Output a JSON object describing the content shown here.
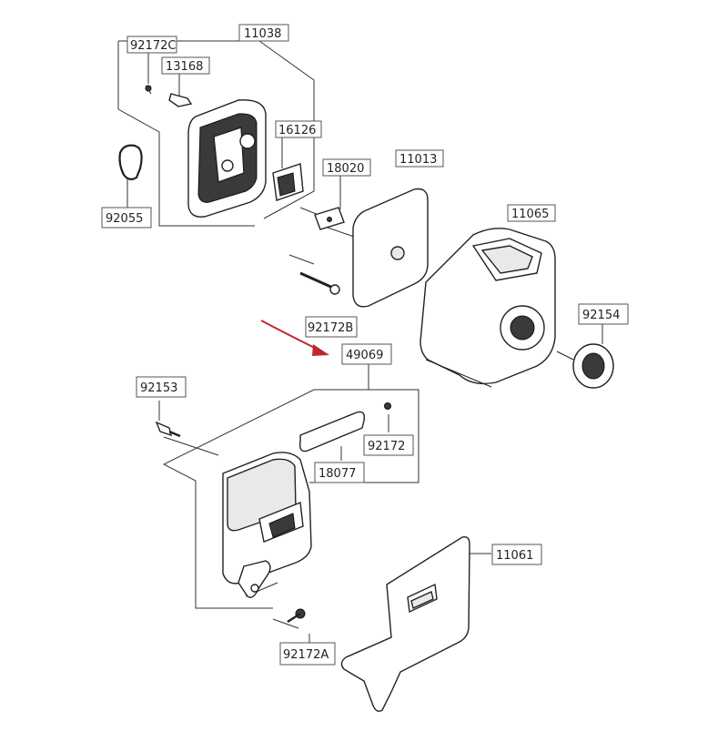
{
  "labels": {
    "p92172C": "92172C",
    "p11038": "11038",
    "p13168": "13168",
    "p16126": "16126",
    "p18020": "18020",
    "p11013": "11013",
    "p11065": "11065",
    "p92055": "92055",
    "p92154": "92154",
    "p92172B": "92172B",
    "p49069": "49069",
    "p92153": "92153",
    "p92172": "92172",
    "p18077": "18077",
    "p11061": "11061",
    "p92172A": "92172A"
  },
  "colors": {
    "arrow": "#c0282d",
    "line": "#333333",
    "part_fill_dark": "#3a3a3a",
    "part_fill_light": "#e9e9e9"
  }
}
